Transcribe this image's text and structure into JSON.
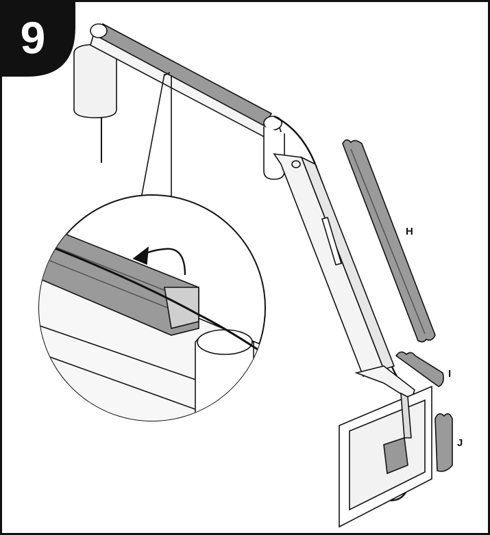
{
  "step": {
    "number": "9"
  },
  "parts": {
    "h": {
      "label": "H"
    },
    "i": {
      "label": "I"
    },
    "j": {
      "label": "J"
    }
  },
  "colors": {
    "background": "#ffffff",
    "line": "#111111",
    "cover_gray": "#9a9a9a",
    "arm_gray": "#e6e6e6",
    "step_badge": "#111111"
  }
}
